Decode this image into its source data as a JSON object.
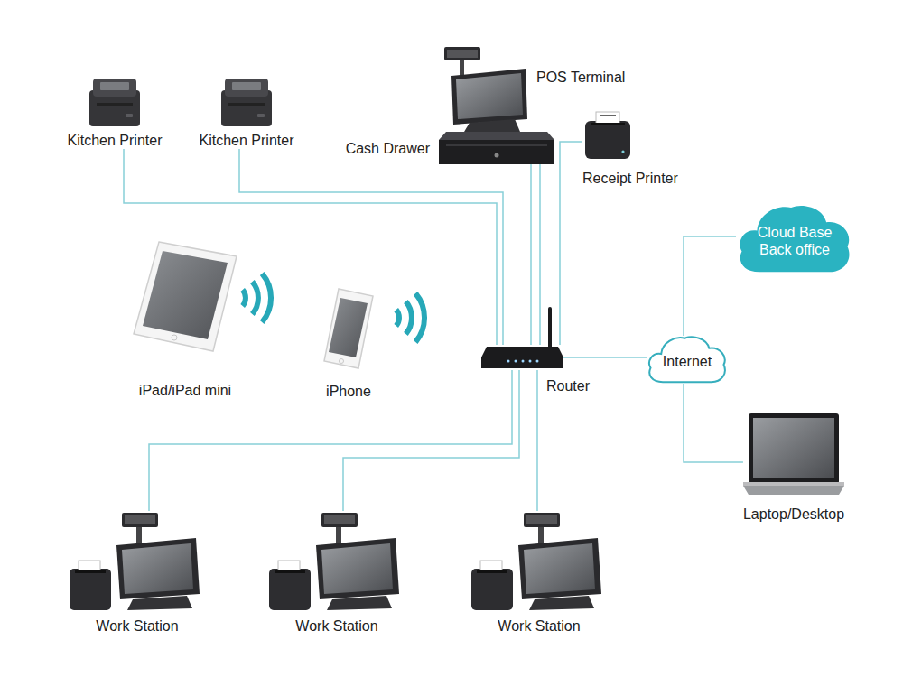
{
  "diagram": {
    "nodes": [
      {
        "text": [
          "Kitchen Printer"
        ]
      },
      {
        "text": [
          "Kitchen Printer"
        ]
      },
      {
        "text": [
          "POS Terminal"
        ]
      },
      {
        "text": [
          "Cash Drawer"
        ]
      },
      {
        "text": [
          "Receipt Printer"
        ]
      },
      {
        "text": [
          "Cloud Base Back office"
        ]
      },
      {
        "text": [
          "iPad/iPad mini"
        ]
      },
      {
        "text": [
          "iPhone"
        ]
      },
      {
        "text": [
          "Router"
        ]
      },
      {
        "text": [
          "Internet"
        ]
      },
      {
        "text": [
          "Laptop/Desktop"
        ]
      },
      {
        "text": [
          "Work Station"
        ]
      },
      {
        "text": [
          "Work Station"
        ]
      },
      {
        "text": [
          "Work Station"
        ]
      }
    ],
    "edges": [
      {
        "from": 0,
        "to": 8,
        "arrow": "none"
      },
      {
        "from": 1,
        "to": 8,
        "arrow": "none"
      },
      {
        "from": 2,
        "to": 8,
        "arrow": "none"
      },
      {
        "from": 3,
        "to": 8,
        "arrow": "none"
      },
      {
        "from": 4,
        "to": 8,
        "arrow": "none"
      },
      {
        "from": 8,
        "to": 9,
        "arrow": "none"
      },
      {
        "from": 9,
        "to": 5,
        "arrow": "none"
      },
      {
        "from": 9,
        "to": 10,
        "arrow": "none"
      },
      {
        "from": 11,
        "to": 8,
        "arrow": "none"
      },
      {
        "from": 12,
        "to": 8,
        "arrow": "none"
      },
      {
        "from": 13,
        "to": 8,
        "arrow": "none"
      }
    ]
  }
}
